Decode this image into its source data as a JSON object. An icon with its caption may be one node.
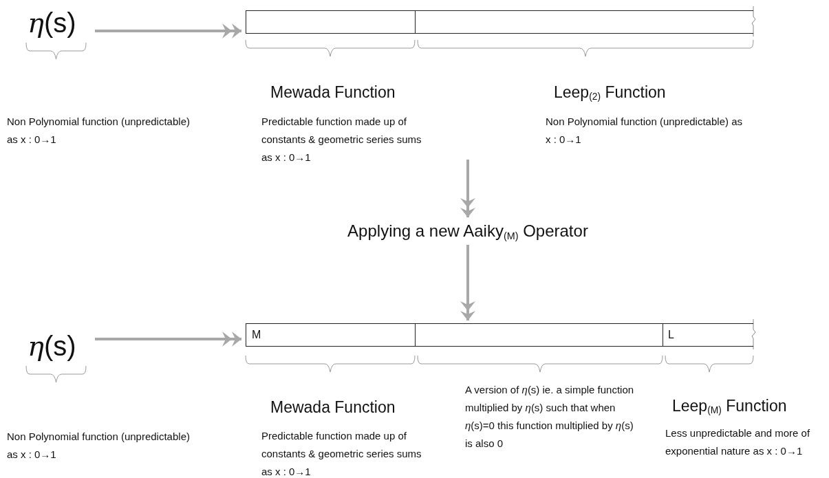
{
  "diagram": {
    "nodes": [
      {
        "text": [
          "*η*(s)"
        ]
      },
      {
        "text": [],
        "shape": "box",
        "beside": [
          "Mewada Function",
          "Predictable function made up of constants & geometric series sums as x : 0→1"
        ]
      },
      {
        "text": [],
        "shape": "box",
        "beside": [
          "Leep$_{(2)}$ Function",
          "Non Polynomial function (unpredictable) as x : 0→1"
        ]
      },
      {
        "text": [
          "Applying a new Aaiky$_{(M)}$ Operator"
        ]
      },
      {
        "text": [
          "*η*(s)"
        ]
      },
      {
        "text": [
          "M"
        ],
        "beside": [
          "Mewada Function",
          "Predictable function made up of constants & geometric series sums as x : 0→1"
        ]
      },
      {
        "text": [],
        "shape": "box",
        "beside": [
          "A version of *η*(s) ie. a simple function multiplied by *η*(s) such that when *η*(s)=0 this function multiplied by *η*(s) is also 0"
        ]
      },
      {
        "text": [
          "L"
        ],
        "beside": [
          "Leep$_{(M)}$ Function",
          "Less unpredictable and more of exponential nature as x : 0→1"
        ]
      }
    ],
    "edges": [
      {
        "from": 0,
        "to": 1,
        "arrow": "to"
      },
      {
        "from": null,
        "to": 3,
        "arrow": "to"
      },
      {
        "from": 3,
        "to": 6,
        "arrow": "to"
      },
      {
        "from": 4,
        "to": 5,
        "arrow": "to"
      }
    ],
    "labels": [
      "Non Polynomial function (unpredictable) as x : 0→1",
      "Non Polynomial function (unpredictable) as x : 0→1"
    ]
  }
}
